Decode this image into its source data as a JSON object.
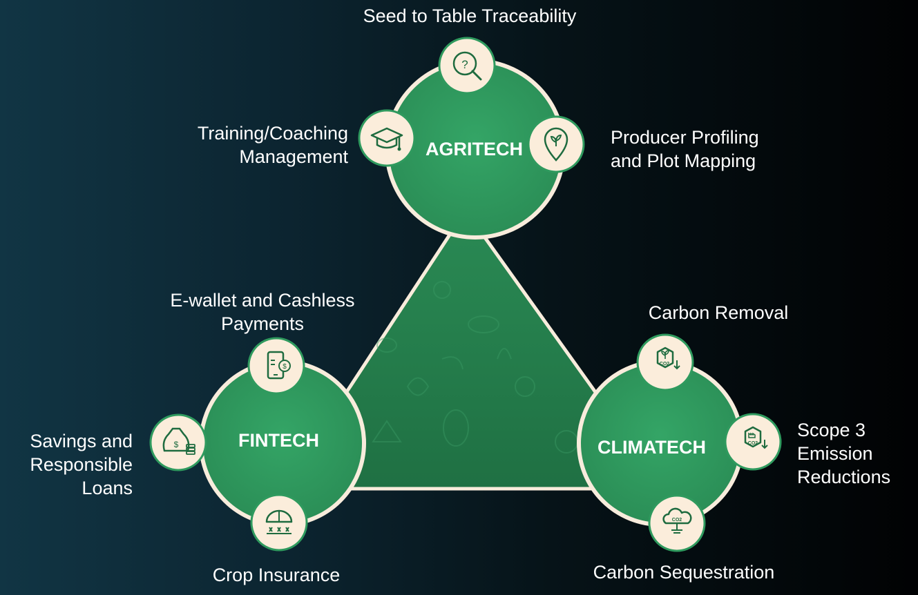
{
  "hubs": {
    "agritech": "AGRITECH",
    "fintech": "FINTECH",
    "climatech": "CLIMATECH"
  },
  "features": {
    "seed_to_table": [
      "Seed to Table Traceability"
    ],
    "training": [
      "Training/Coaching",
      "Management"
    ],
    "producer_profiling": [
      "Producer Profiling",
      "and Plot Mapping"
    ],
    "ewallet": [
      "E-wallet and Cashless",
      "Payments"
    ],
    "savings": [
      "Savings and",
      "Responsible",
      "Loans"
    ],
    "crop_insurance": [
      "Crop Insurance"
    ],
    "carbon_removal": [
      "Carbon Removal"
    ],
    "scope3": [
      "Scope 3",
      "Emission",
      "Reductions"
    ],
    "carbon_sequestration": [
      "Carbon Sequestration"
    ]
  },
  "icon_text": {
    "question": "?",
    "dollar": "$",
    "co2": "CO2"
  },
  "colors": {
    "hub_green": "#2f9a5e",
    "triangle_green": "#237a4a",
    "outline": "#f8ecdc",
    "icon_badge": "#fbeddb",
    "icon_stroke": "#1e6b3f"
  }
}
